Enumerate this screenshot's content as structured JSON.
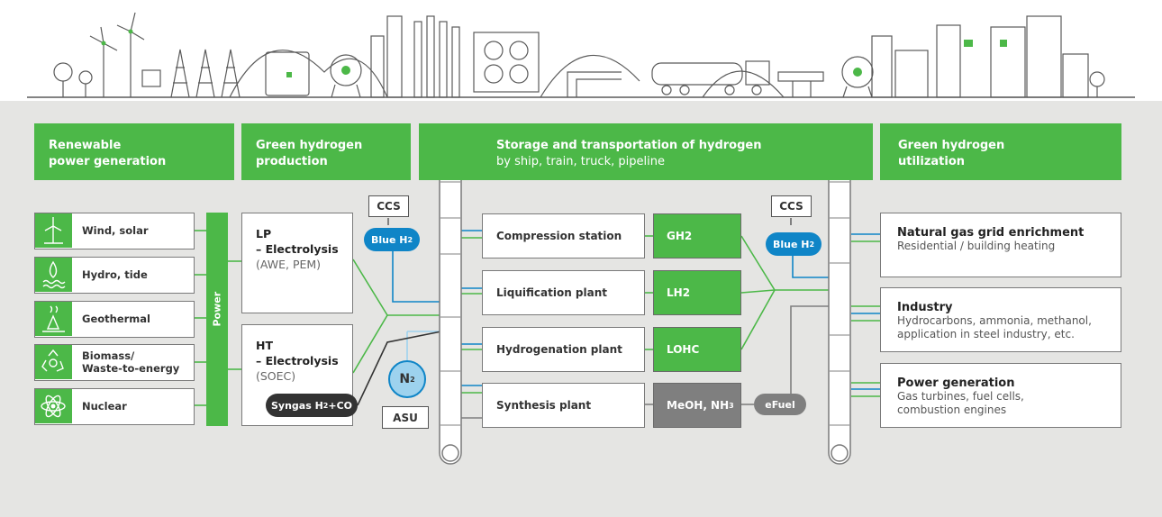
{
  "headers": {
    "renewable": {
      "line1": "Renewable",
      "line2": "power generation"
    },
    "production": {
      "line1": "Green hydrogen",
      "line2": "production"
    },
    "storage": {
      "line1": "Storage and transportation of hydrogen",
      "line2": "by ship, train, truck, pipeline"
    },
    "utilization": {
      "line1": "Green hydrogen",
      "line2": "utilization"
    }
  },
  "sources": [
    {
      "label": "Wind, solar",
      "icon": "wind-turbine-icon"
    },
    {
      "label": "Hydro, tide",
      "icon": "water-drop-icon"
    },
    {
      "label": "Geothermal",
      "icon": "geothermal-icon"
    },
    {
      "label": "Biomass/\nWaste-to-energy",
      "icon": "recycle-icon"
    },
    {
      "label": "Nuclear",
      "icon": "atom-icon"
    }
  ],
  "power_label": "Power",
  "electrolysis": [
    {
      "title": "LP",
      "sub": "– Electrolysis",
      "detail": "(AWE, PEM)"
    },
    {
      "title": "HT",
      "sub": "– Electrolysis",
      "detail": "(SOEC)"
    }
  ],
  "syngas": {
    "text": "Syngas H",
    "sub": "2",
    "suffix": "+CO"
  },
  "ccs_left": "CCS",
  "ccs_right": "CCS",
  "blue_h2": {
    "text": "Blue H",
    "sub": "2"
  },
  "n2": {
    "text": "N",
    "sub": "2"
  },
  "asu": "ASU",
  "plants": [
    "Compression station",
    "Liquification plant",
    "Hydrogenation plant",
    "Synthesis plant"
  ],
  "products": [
    {
      "text": "GH2",
      "sub": ""
    },
    {
      "text": "LH2",
      "sub": ""
    },
    {
      "text": "LOHC",
      "sub": ""
    },
    {
      "text": "MeOH, NH",
      "sub": "3"
    }
  ],
  "efuel": "eFuel",
  "utilization": [
    {
      "title": "Natural gas grid enrichment",
      "lines": [
        "Residential / building heating"
      ]
    },
    {
      "title": "Industry",
      "lines": [
        "Hydrocarbons, ammonia, methanol,",
        "application in steel industry, etc."
      ]
    },
    {
      "title": "Power generation",
      "lines": [
        "Gas turbines, fuel cells,",
        "combustion engines"
      ]
    }
  ],
  "colors": {
    "green": "#4cb848",
    "blue": "#0f85c7",
    "grey": "#7f7f7f",
    "dark": "#333333",
    "background": "#e5e5e3"
  }
}
